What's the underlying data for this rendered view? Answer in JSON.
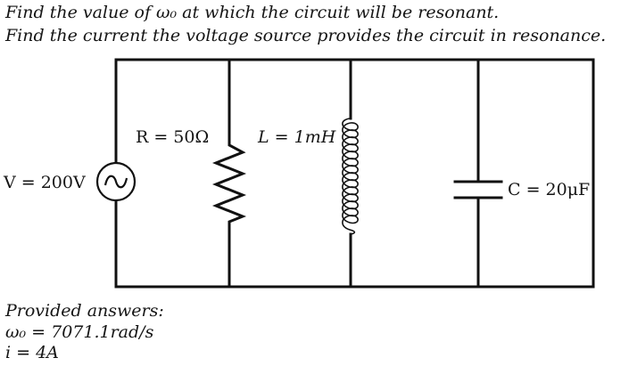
{
  "question": {
    "line1": "Find the value of ω₀ at which the circuit will be resonant.",
    "line2": "Find the current the voltage source provides the circuit in resonance."
  },
  "circuit": {
    "source_label": "V = 200V",
    "resistor_label": "R = 50Ω",
    "inductor_label": "L = 1mH",
    "capacitor_label": "C = 20μF"
  },
  "answers": {
    "heading": "Provided answers:",
    "omega": "ω₀ = 7071.1rad/s",
    "current": "i = 4A"
  }
}
